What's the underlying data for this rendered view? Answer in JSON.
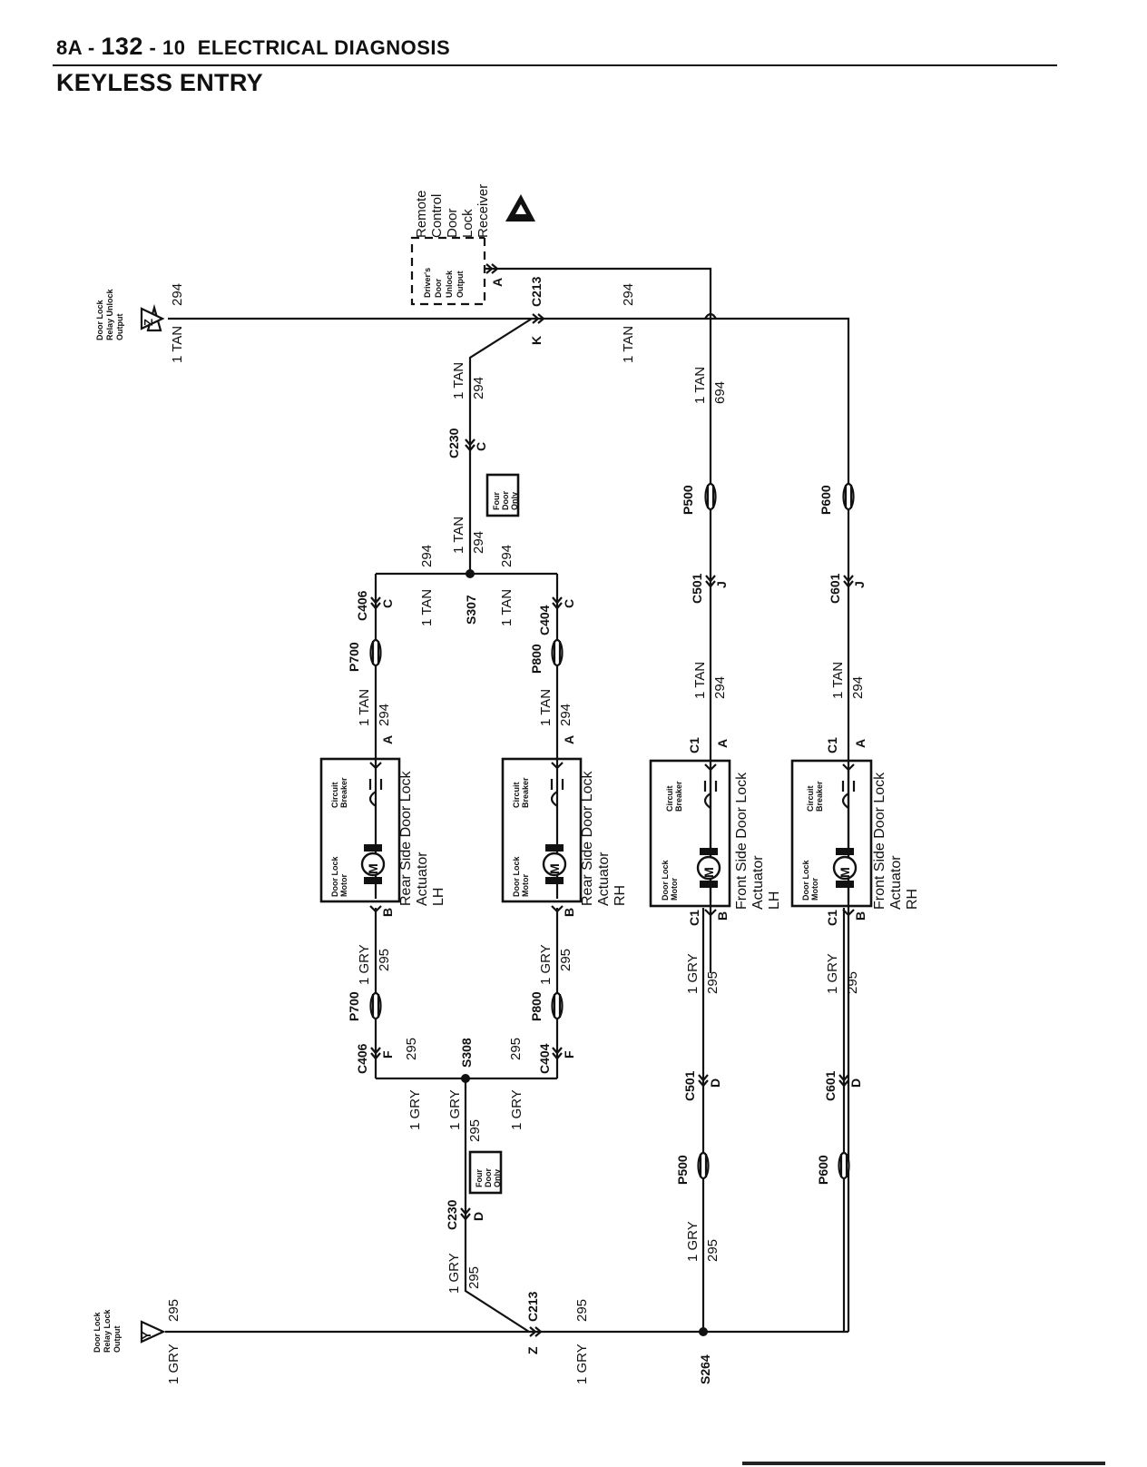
{
  "header": {
    "section": "8A",
    "page": "132",
    "sheet": "10",
    "chapter": "ELECTRICAL DIAGNOSIS",
    "title": "KEYLESS ENTRY"
  },
  "components": {
    "receiver": {
      "name": [
        "Remote",
        "Control",
        "Door",
        "Lock",
        "Receiver"
      ],
      "internal": [
        "Driver's",
        "Door",
        "Unlock",
        "Output"
      ],
      "pin": "A"
    },
    "unlock_output": {
      "label": [
        "Door Lock",
        "Relay Unlock",
        "Output"
      ],
      "pin": "Z"
    },
    "lock_output": {
      "label": [
        "Door Lock",
        "Relay Lock",
        "Output"
      ],
      "pin": "Y"
    },
    "actuator_inner": {
      "motor": [
        "Door Lock",
        "Motor"
      ],
      "motor_symbol": "M",
      "breaker": [
        "Circuit",
        "Breaker"
      ]
    },
    "actuator_rear_lh": [
      "Rear Side Door Lock",
      "Actuator",
      "LH"
    ],
    "actuator_rear_rh": [
      "Rear Side Door Lock",
      "Actuator",
      "RH"
    ],
    "actuator_front_lh": [
      "Front Side Door Lock",
      "Actuator",
      "LH"
    ],
    "actuator_front_rh": [
      "Front Side Door Lock",
      "Actuator",
      "RH"
    ],
    "four_door_note": [
      "Four",
      "Door",
      "Only"
    ]
  },
  "wires": {
    "tan_1": "1 TAN",
    "gry_1": "1 GRY",
    "c294": "294",
    "c295": "295",
    "c694": "694"
  },
  "connectors": {
    "c213": "C213",
    "c230": "C230",
    "c406": "C406",
    "c404": "C404",
    "c501": "C501",
    "c601": "C601",
    "c1": "C1",
    "p500": "P500",
    "p600": "P600",
    "p700": "P700",
    "p800": "P800",
    "s307": "S307",
    "s308": "S308",
    "s264": "S264"
  },
  "pins": {
    "a": "A",
    "b": "B",
    "c": "C",
    "d": "D",
    "f": "F",
    "j": "J",
    "k": "K",
    "z": "Z"
  }
}
